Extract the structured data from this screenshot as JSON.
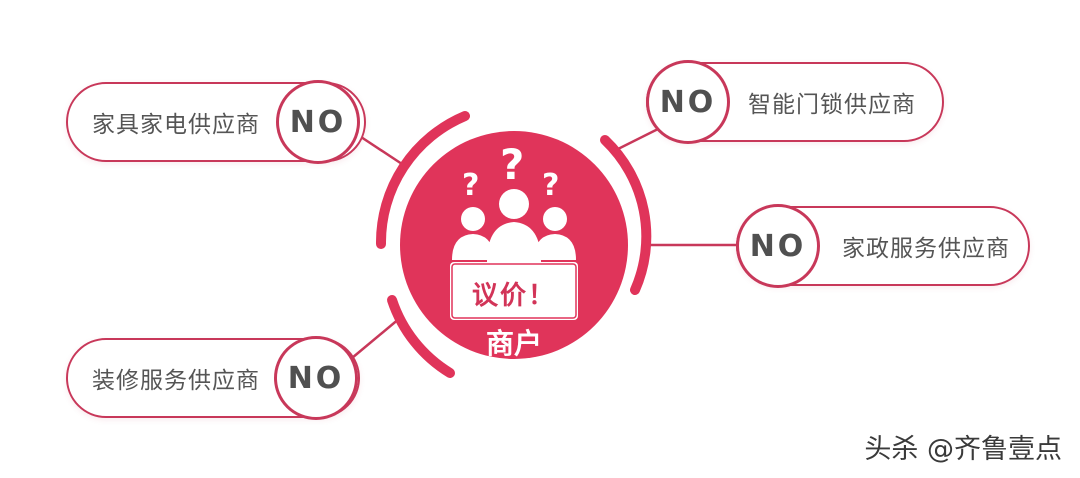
{
  "center": {
    "title": "商户",
    "sign_text": "议价！",
    "question_mark": "?"
  },
  "suppliers": [
    {
      "label": "家具家电供应商",
      "status": "NO"
    },
    {
      "label": "智能门锁供应商",
      "status": "NO"
    },
    {
      "label": "家政服务供应商",
      "status": "NO"
    },
    {
      "label": "装修服务供应商",
      "status": "NO"
    }
  ],
  "watermark": "头杀 @齐鲁壹点",
  "colors": {
    "accent": "#e0345a",
    "accent_dark": "#c8385a",
    "text": "#555555"
  }
}
